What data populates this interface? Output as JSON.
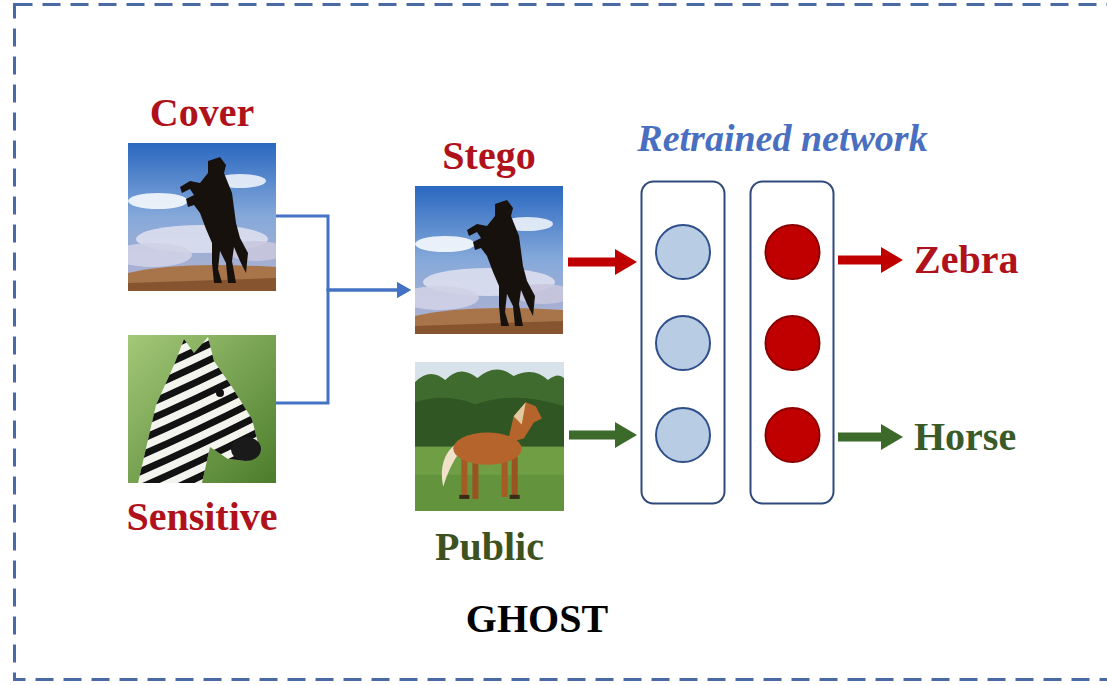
{
  "diagram": {
    "caption": "GHOST",
    "nodes": [
      {
        "text": [
          "Cover"
        ]
      },
      {
        "text": [
          "Sensitive"
        ]
      },
      {
        "text": [
          "Stego"
        ]
      },
      {
        "text": [
          "Public"
        ]
      },
      {
        "text": [
          "Retrained network"
        ]
      },
      {
        "text": [
          "Zebra"
        ]
      },
      {
        "text": [
          "Horse"
        ]
      }
    ],
    "edges": [
      {
        "from": 0,
        "to": 2,
        "arrow": "to"
      },
      {
        "from": 1,
        "to": 2,
        "arrow": "to"
      },
      {
        "from": 2,
        "to": 4,
        "arrow": "to"
      },
      {
        "from": 3,
        "to": 4,
        "arrow": "to"
      },
      {
        "from": 4,
        "to": 5,
        "arrow": "to"
      },
      {
        "from": 4,
        "to": 6,
        "arrow": "to"
      }
    ]
  }
}
